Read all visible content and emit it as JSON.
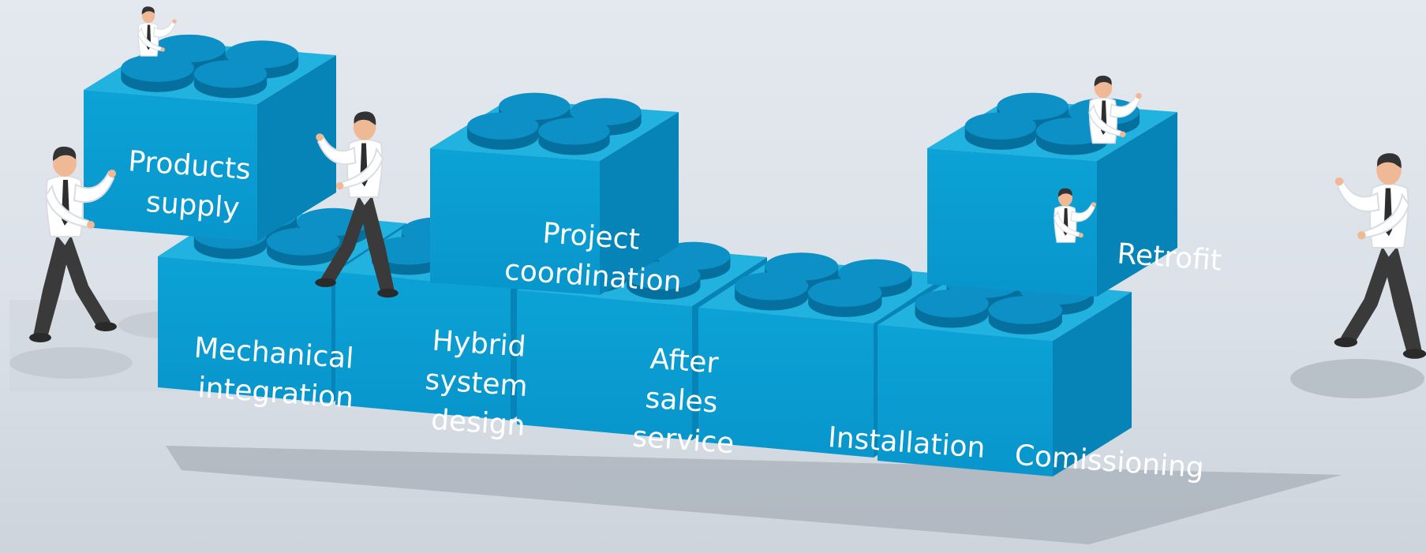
{
  "blocks": {
    "products_supply": [
      "Products",
      "supply"
    ],
    "project_coordination": [
      "Project",
      "coordination"
    ],
    "retrofit": [
      "Retrofit"
    ],
    "mechanical_integration": [
      "Mechanical",
      "integration"
    ],
    "hybrid_system_design": [
      "Hybrid",
      "system",
      "design"
    ],
    "after_sales_service": [
      "After",
      "sales",
      "service"
    ],
    "installation": [
      "Installation"
    ],
    "comissioning": [
      "Comissioning"
    ]
  },
  "colors": {
    "brick_front": "#0a9dd3",
    "brick_top": "#21b2df",
    "brick_side": "#0684b7",
    "stud_top": "#0c90c6",
    "stud_side": "#05709e",
    "shadow": "#8f99a3",
    "skin": "#f0b995",
    "hair": "#333333",
    "shirt": "#ffffff",
    "trousers": "#3a3a3a"
  }
}
